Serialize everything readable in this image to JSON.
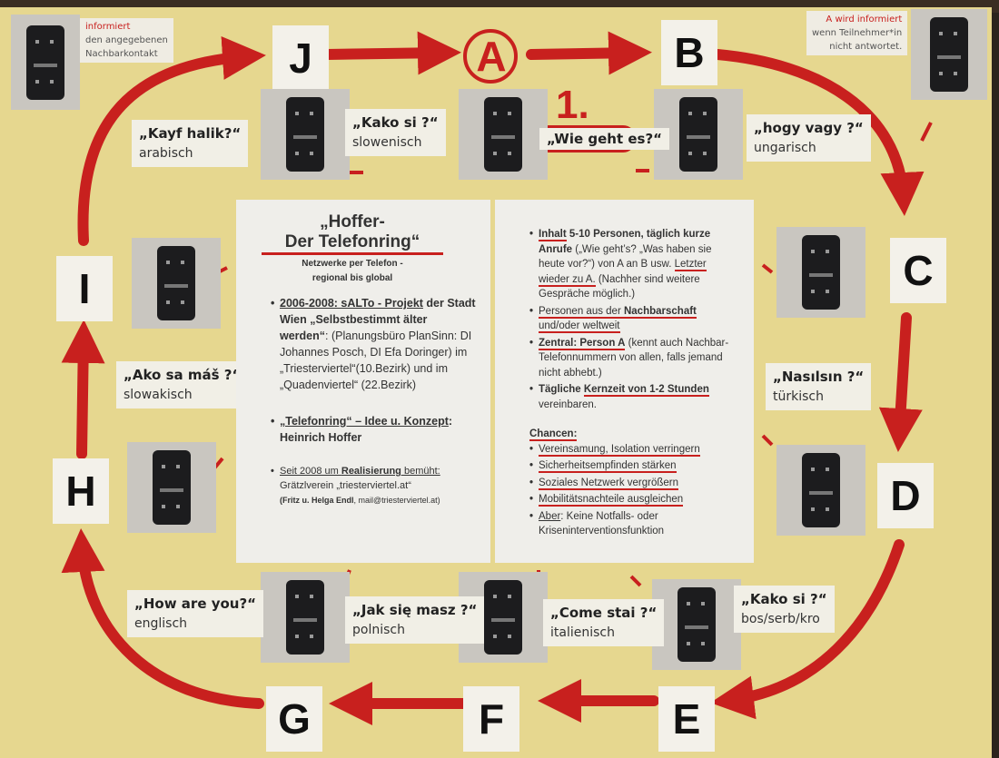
{
  "colors": {
    "poster": "#e6d78f",
    "arrow": "#c8201e",
    "paper": "#efeeea"
  },
  "letters": {
    "J": "J",
    "A": "A",
    "B": "B",
    "C": "C",
    "D": "D",
    "E": "E",
    "F": "F",
    "G": "G",
    "H": "H",
    "I": "I"
  },
  "step_number": "1.",
  "notes": {
    "top_left": {
      "l1": "informiert",
      "l2": "den angegebenen",
      "l3": "Nachbarkontakt"
    },
    "top_right": {
      "l1": "A wird informiert",
      "l2": "wenn Teilnehmer*in",
      "l3": "nicht antwortet."
    }
  },
  "phrases": [
    {
      "q": "„Kayf halik?“",
      "lang": "arabisch"
    },
    {
      "q": "„Kako si ?“",
      "lang": "slowenisch"
    },
    {
      "q": "„Wie geht es?“",
      "lang": ""
    },
    {
      "q": "„hogy vagy ?“",
      "lang": "ungarisch"
    },
    {
      "q": "„Nasılsın ?“",
      "lang": "türkisch"
    },
    {
      "q": "„Kako si ?“",
      "lang": "bos/serb/kro"
    },
    {
      "q": "„Come stai ?“",
      "lang": "italienisch"
    },
    {
      "q": "„Jak się masz ?“",
      "lang": "polnisch"
    },
    {
      "q": "„How are you?“",
      "lang": "englisch"
    },
    {
      "q": "„Ako sa máš ?“",
      "lang": "slowakisch"
    }
  ],
  "left_paper": {
    "title1": "„Hoffer-",
    "title2": "Der   Telefonring“",
    "sub1": "Netzwerke per Telefon -",
    "sub2": "regional bis global",
    "b1a": "2006-2008: sALTo - Projekt",
    "b1b": " der Stadt Wien „Selbstbestimmt älter werden“",
    "b1c": ": (Planungsbüro PlanSinn: DI Johannes Posch, DI Efa Doringer) im „Triesterviertel“(10.Bezirk)  und im „Quadenviertel“ (22.Bezirk)",
    "b2a": "„Telefonring“ – Idee u. Konzept",
    "b2b": ": Heinrich Hoffer",
    "b3a": "Seit 2008 um ",
    "b3b": "Realisierung",
    "b3c": " bemüht:",
    "b3d": "Grätzlverein „triesterviertel.at“",
    "b3e": "(Fritz u. Helga Endl",
    "b3f": ", mail@triesterviertel.at)"
  },
  "right_paper": {
    "i1a": "Inhalt",
    "i1b": " 5-10 Personen, täglich kurze Anrufe",
    "i1c": " („Wie geht’s? „Was haben sie heute vor?“) von A an B usw. ",
    "i1d": "Letzter wieder zu A.",
    "i1e": " (Nachher sind weitere Gespräche möglich.)",
    "i2a": "Personen aus der ",
    "i2b": "Nachbarschaft",
    "i2c": " und/oder weltweit",
    "i3a": "Zentral: Person A",
    "i3b": " (kennt auch Nachbar-Telefonnummern von allen, falls jemand nicht abhebt.)",
    "i4a": "Tägliche ",
    "i4b": "Kernzeit von 1-2 Stunden",
    "i4c": " vereinbaren.",
    "chancen": "Chancen:",
    "c1": "Vereinsamung, Isolation verringern",
    "c2": "Sicherheitsempfinden stärken",
    "c3": "Soziales Netzwerk vergrößern",
    "c4": "Mobilitätsnachteile ausgleichen",
    "c5a": "Aber",
    "c5b": ": Keine Notfalls- oder Kriseninterventionsfunktion"
  }
}
